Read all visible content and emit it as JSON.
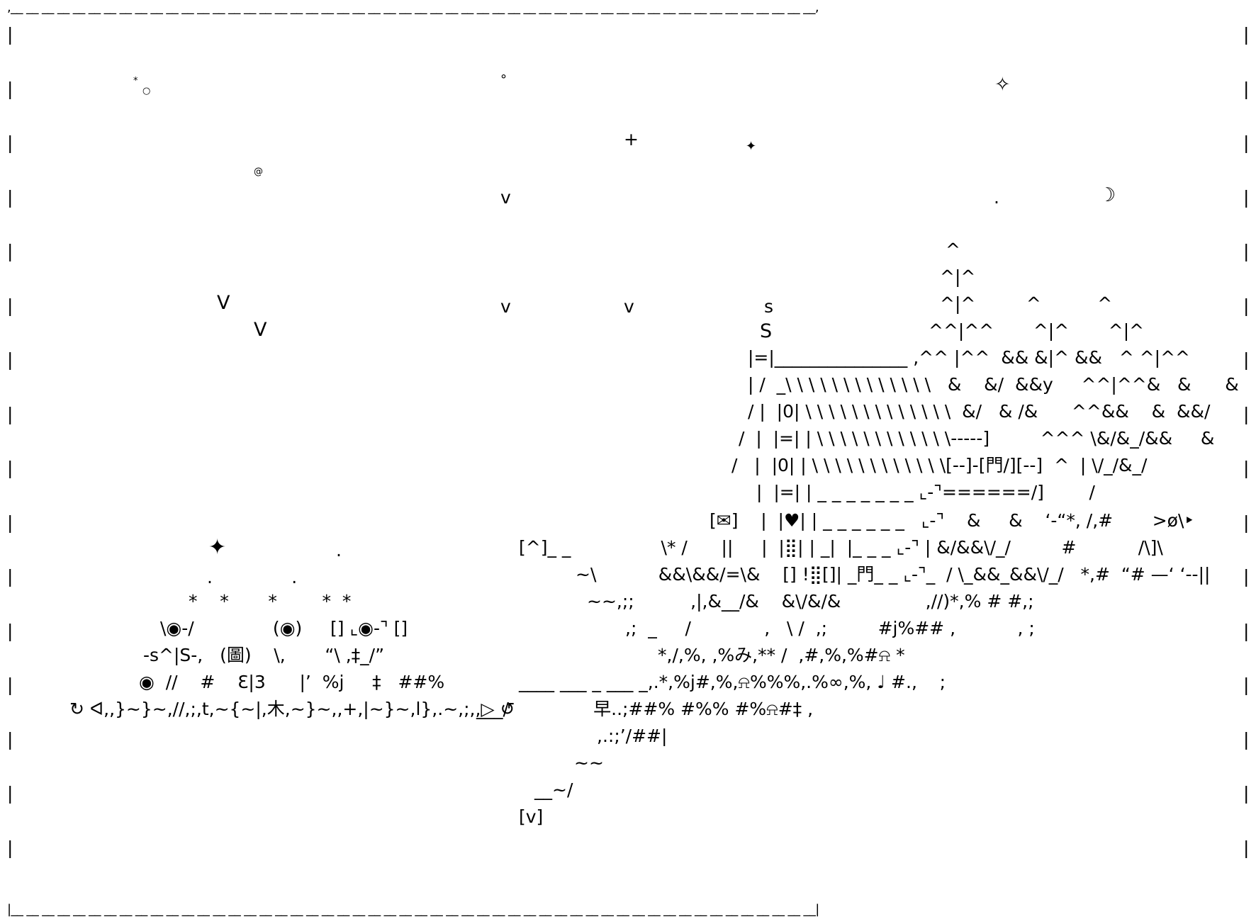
{
  "top_edge": ",__ __ __ __ __ __ __ __ __ __ __ __ __ __ __ __ __ __ __ __ __ __ __ __ __ __ __ __ __ __ __ __ __ __ __ __ __ __ __ __ __ __ __ __ __ __ __ __ __ __ __ __,",
  "bottom_edge": "|__ __ __ __ __ __ __ __ __ __ __ __ __ __ __ __ __ __ __ __ __ __ __ __ __ __ __ __ __ __ __ __ __ __ __ __ __ __ __ __ __ __ __ __ __ __ __ __ __ __ __ __|",
  "border_char": "|",
  "border_rows": 16,
  "sky": {
    "star_small": "*",
    "ring": "○",
    "degree": "°",
    "sparkle": "✧",
    "plus": "+",
    "diamond": "✦",
    "at": "@",
    "v_mid": "v",
    "dot": ".",
    "moon": "☽",
    "birds_left_1": "V",
    "birds_left_2": "V",
    "birds_mid_1": "v",
    "birds_mid_2": "v",
    "bird_s1": "s",
    "bird_s2": "S"
  },
  "right_art": [
    "^",
    "^|^",
    "^|^         ^          ^",
    "^^|^^       ^|^       ^|^",
    "|=|_______________ ,^^ |^^  && &|^ &&   ^ ^|^^",
    "| /  _\\ \\ \\ \\ \\ \\ \\ \\ \\ \\ \\ \\ \\   &    &/  &&y     ^^|^^&   &      &",
    "/ |  |0| \\ \\ \\ \\ \\ \\ \\ \\ \\ \\ \\ \\ \\  &/   & /&      ^^&&    &  &&/",
    "/  |  |=| | \\ \\ \\ \\ \\ \\ \\ \\ \\ \\ \\ \\-----]         ^^^ \\&/&_/&&     &",
    "/   |  |0| | \\ \\ \\ \\ \\ \\ \\ \\ \\ \\ \\ \\[--]-[門/][--]  ^  | \\/_/&_/",
    "|  |=| | _ _ _ _ _ _ _ ⌞-⌝======/]        /",
    "[✉]    |  |♥| | _ _ _ _ _ _   ⌞-⌝    &     &    ‘-“*, /,#       >ø\\‣",
    "[^]_ _                \\* /      ||     |  |⣿| | _|  |_ _ _ ⌞-⌝ | &/&&\\/_/         #           /\\]\\",
    "~\\           &&\\&&/=\\&    [] !⣿[]| _門_ _ ⌞-⌝_  / \\_&&_&&\\/_/   *,#  “# —‘ ‘--||",
    "~~,;;          ,|,&__/&    &\\/&/&               ,//)*,% # #,;",
    ",;  _     /             ,   \\ /  ,;         #j%## ,           , ;",
    "*,/,%, ,%み,** /  ,#,%,%#⍾ *",
    "____ ___ _ ___ _,.*,%j#,%,⍾%%%,.%∞,%, ♩ #.,    ;",
    "___/               早..;##% #%% #%⍾#‡ ,",
    ",.:;’/##|",
    "~~",
    "__~/",
    "[v]"
  ],
  "left_art": {
    "diamond": "✦",
    "dot_right": ".",
    "dots_row": ".              .",
    "stars_row": "*    *       *        *  *",
    "face_row": "\\◉-/              (◉)     [] ⌞◉-⌝ []",
    "hand_row": "-s^|S-,   (圖)    \\,       “\\ ,‡_/”",
    "sym_row": "◉  //    #    Ɛ|3      |’  %j     ‡   ##%",
    "ground_row": "↻ ᐊ,,}~}~,//,;,t,~{~|,木,~}~,,+,|~}~,l},.~,;,,▷ ↺"
  }
}
